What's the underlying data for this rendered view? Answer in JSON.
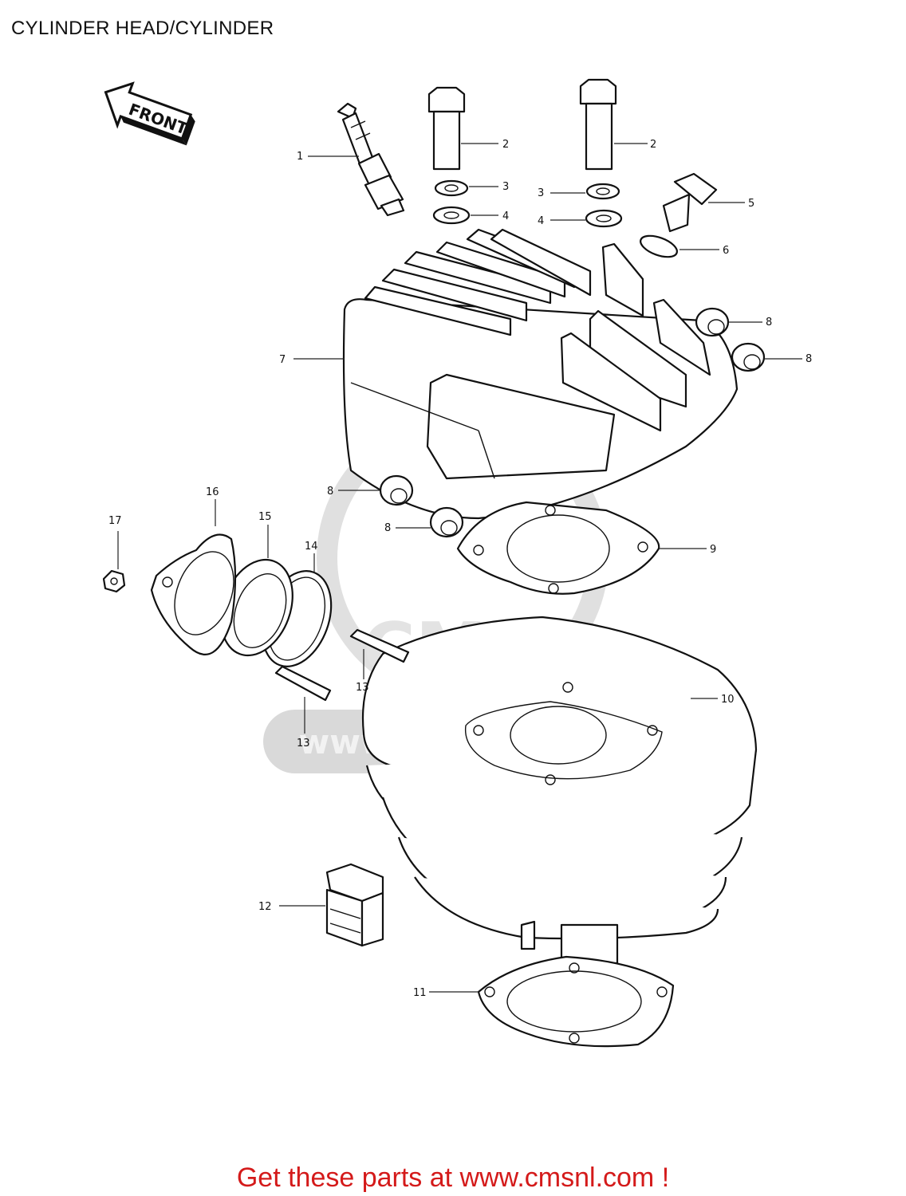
{
  "title": "CYLINDER HEAD/CYLINDER",
  "front_label": "FRONT",
  "watermark_text": "www.cmsnl.com",
  "watermark_logo_text": "CMS",
  "footer_text": "Get these parts at www.cmsnl.com !",
  "colors": {
    "footer": "#d41a1a",
    "ink": "#111111",
    "watermark": "#d9d9d9"
  },
  "callouts": [
    {
      "id": "1",
      "text": "1"
    },
    {
      "id": "2a",
      "text": "2"
    },
    {
      "id": "2b",
      "text": "2"
    },
    {
      "id": "3a",
      "text": "3"
    },
    {
      "id": "3b",
      "text": "3"
    },
    {
      "id": "4a",
      "text": "4"
    },
    {
      "id": "4b",
      "text": "4"
    },
    {
      "id": "5",
      "text": "5"
    },
    {
      "id": "6",
      "text": "6"
    },
    {
      "id": "7",
      "text": "7"
    },
    {
      "id": "8a",
      "text": "8"
    },
    {
      "id": "8b",
      "text": "8"
    },
    {
      "id": "8c",
      "text": "8"
    },
    {
      "id": "8d",
      "text": "8"
    },
    {
      "id": "9",
      "text": "9"
    },
    {
      "id": "10",
      "text": "10"
    },
    {
      "id": "11",
      "text": "11"
    },
    {
      "id": "12",
      "text": "12"
    },
    {
      "id": "13a",
      "text": "13"
    },
    {
      "id": "13b",
      "text": "13"
    },
    {
      "id": "14",
      "text": "14"
    },
    {
      "id": "15",
      "text": "15"
    },
    {
      "id": "16",
      "text": "16"
    },
    {
      "id": "17",
      "text": "17"
    }
  ]
}
